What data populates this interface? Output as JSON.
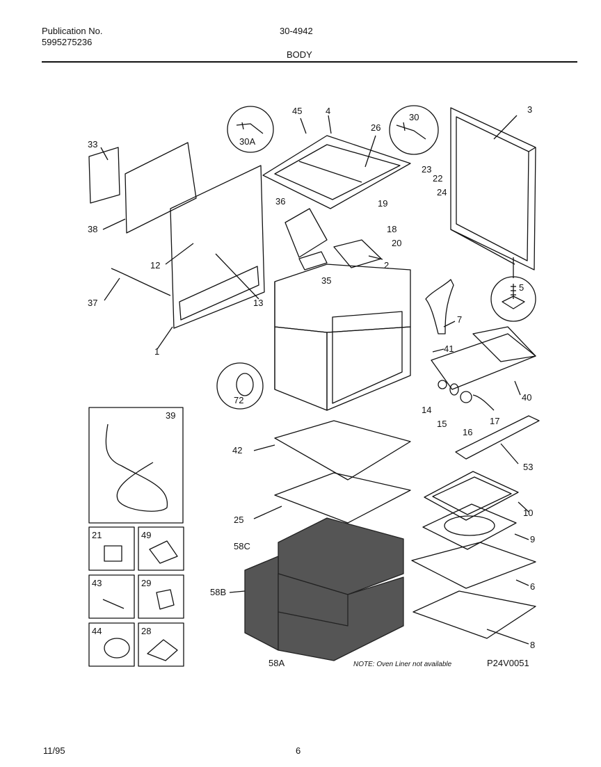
{
  "header": {
    "publication_label": "Publication No.",
    "publication_number": "5995275236",
    "model_code": "30-4942",
    "section_title": "BODY"
  },
  "callouts": {
    "c1": "1",
    "c2": "2",
    "c3": "3",
    "c4": "4",
    "c5": "5",
    "c6": "6",
    "c7": "7",
    "c8": "8",
    "c9": "9",
    "c10": "10",
    "c12": "12",
    "c13": "13",
    "c14": "14",
    "c15": "15",
    "c16": "16",
    "c17": "17",
    "c18": "18",
    "c19": "19",
    "c20": "20",
    "c21": "21",
    "c22": "22",
    "c23": "23",
    "c24": "24",
    "c25": "25",
    "c26": "26",
    "c28": "28",
    "c29": "29",
    "c30": "30",
    "c30a": "30A",
    "c33": "33",
    "c35": "35",
    "c36": "36",
    "c37": "37",
    "c38": "38",
    "c39": "39",
    "c40": "40",
    "c41": "41",
    "c42": "42",
    "c43": "43",
    "c44": "44",
    "c45": "45",
    "c49": "49",
    "c53": "53",
    "c58a": "58A",
    "c58b": "58B",
    "c58c": "58C",
    "c72": "72"
  },
  "note": "NOTE: Oven Liner not available",
  "drawing_code": "P24V0051",
  "footer": {
    "date": "11/95",
    "page_number": "6"
  }
}
